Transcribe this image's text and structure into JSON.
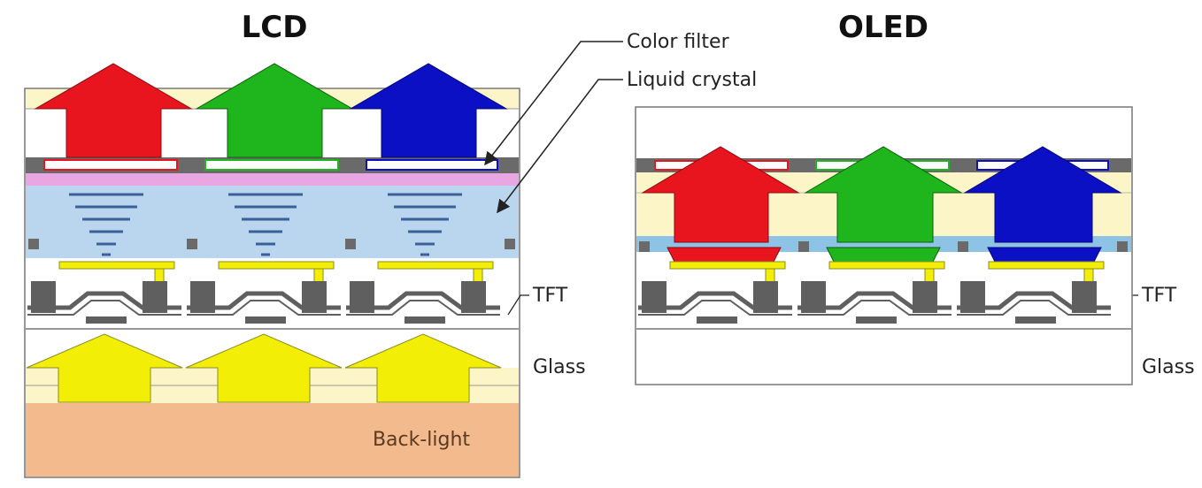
{
  "titles": {
    "lcd": "LCD",
    "oled": "OLED"
  },
  "labels": {
    "color_filter": "Color filter",
    "liquid_crystal": "Liquid crystal",
    "tft_lcd": "TFT",
    "glass_lcd": "Glass",
    "tft_oled": "TFT",
    "glass_oled": "Glass",
    "backlight": "Back-light"
  },
  "colors": {
    "red": "#e8141e",
    "green": "#1fb51c",
    "blue": "#0c10c4",
    "yellow": "#f3ee06",
    "cream": "#fbf5c8",
    "liquid": "#b9d6ee",
    "pink": "#e8a6e3",
    "backlight": "#f3ba8e",
    "tft_gray": "#5f5f5f"
  },
  "icons": {
    "light_arrow": "arrow-up-icon",
    "tft_transistor": "transistor-icon"
  }
}
